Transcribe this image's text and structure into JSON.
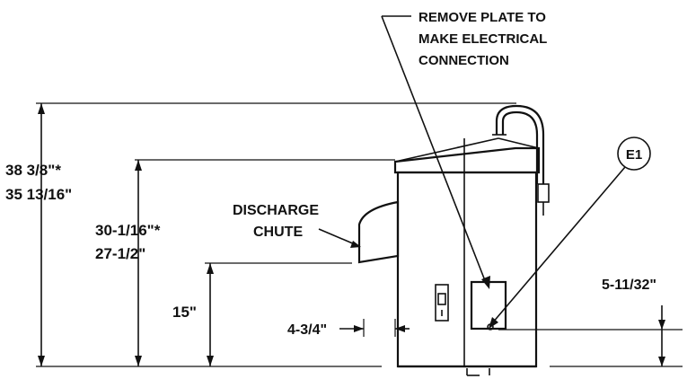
{
  "callouts": {
    "electrical_note": [
      "REMOVE PLATE TO",
      "MAKE ELECTRICAL",
      "CONNECTION"
    ],
    "discharge_chute": [
      "DISCHARGE",
      "CHUTE"
    ],
    "element_tag": "E1"
  },
  "dimensions": {
    "overall_height": [
      "38 3/8\"*",
      "35 13/16\""
    ],
    "body_height": [
      "30-1/16\"*",
      "27-1/2\""
    ],
    "chute_height": "15\"",
    "chute_offset": "4-3/4\"",
    "connection_height": "5-11/32\""
  }
}
